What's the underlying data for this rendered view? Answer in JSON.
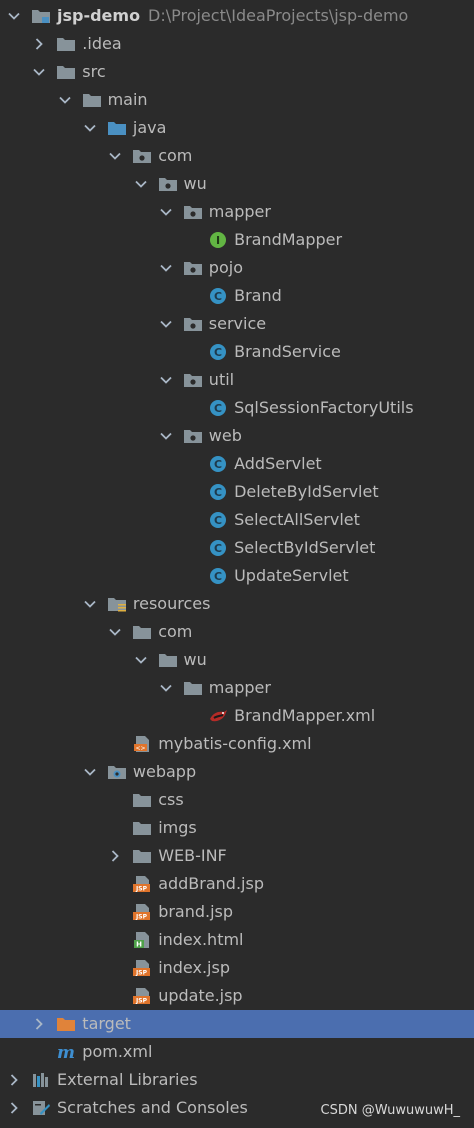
{
  "project": {
    "name": "jsp-demo",
    "path": "D:\\Project\\IdeaProjects\\jsp-demo"
  },
  "tree": [
    {
      "label": "jsp-demo",
      "depth": 0,
      "chevron": "down",
      "icon": "module-folder-icon",
      "bold": true,
      "extra": "D:\\Project\\IdeaProjects\\jsp-demo"
    },
    {
      "label": ".idea",
      "depth": 1,
      "chevron": "right",
      "icon": "folder-icon"
    },
    {
      "label": "src",
      "depth": 1,
      "chevron": "down",
      "icon": "folder-icon"
    },
    {
      "label": "main",
      "depth": 2,
      "chevron": "down",
      "icon": "folder-icon"
    },
    {
      "label": "java",
      "depth": 3,
      "chevron": "down",
      "icon": "source-folder-icon"
    },
    {
      "label": "com",
      "depth": 4,
      "chevron": "down",
      "icon": "package-icon"
    },
    {
      "label": "wu",
      "depth": 5,
      "chevron": "down",
      "icon": "package-icon"
    },
    {
      "label": "mapper",
      "depth": 6,
      "chevron": "down",
      "icon": "package-icon"
    },
    {
      "label": "BrandMapper",
      "depth": 7,
      "chevron": "none",
      "icon": "interface-icon"
    },
    {
      "label": "pojo",
      "depth": 6,
      "chevron": "down",
      "icon": "package-icon"
    },
    {
      "label": "Brand",
      "depth": 7,
      "chevron": "none",
      "icon": "class-icon"
    },
    {
      "label": "service",
      "depth": 6,
      "chevron": "down",
      "icon": "package-icon"
    },
    {
      "label": "BrandService",
      "depth": 7,
      "chevron": "none",
      "icon": "class-icon"
    },
    {
      "label": "util",
      "depth": 6,
      "chevron": "down",
      "icon": "package-icon"
    },
    {
      "label": "SqlSessionFactoryUtils",
      "depth": 7,
      "chevron": "none",
      "icon": "class-icon"
    },
    {
      "label": "web",
      "depth": 6,
      "chevron": "down",
      "icon": "package-icon"
    },
    {
      "label": "AddServlet",
      "depth": 7,
      "chevron": "none",
      "icon": "class-icon"
    },
    {
      "label": "DeleteByIdServlet",
      "depth": 7,
      "chevron": "none",
      "icon": "class-icon"
    },
    {
      "label": "SelectAllServlet",
      "depth": 7,
      "chevron": "none",
      "icon": "class-icon"
    },
    {
      "label": "SelectByIdServlet",
      "depth": 7,
      "chevron": "none",
      "icon": "class-icon"
    },
    {
      "label": "UpdateServlet",
      "depth": 7,
      "chevron": "none",
      "icon": "class-icon"
    },
    {
      "label": "resources",
      "depth": 3,
      "chevron": "down",
      "icon": "resources-folder-icon"
    },
    {
      "label": "com",
      "depth": 4,
      "chevron": "down",
      "icon": "folder-icon"
    },
    {
      "label": "wu",
      "depth": 5,
      "chevron": "down",
      "icon": "folder-icon"
    },
    {
      "label": "mapper",
      "depth": 6,
      "chevron": "down",
      "icon": "folder-icon"
    },
    {
      "label": "BrandMapper.xml",
      "depth": 7,
      "chevron": "none",
      "icon": "mybatis-bird-icon"
    },
    {
      "label": "mybatis-config.xml",
      "depth": 4,
      "chevron": "none",
      "icon": "xml-file-icon"
    },
    {
      "label": "webapp",
      "depth": 3,
      "chevron": "down",
      "icon": "web-folder-icon"
    },
    {
      "label": "css",
      "depth": 4,
      "chevron": "none",
      "icon": "folder-icon"
    },
    {
      "label": "imgs",
      "depth": 4,
      "chevron": "none",
      "icon": "folder-icon"
    },
    {
      "label": "WEB-INF",
      "depth": 4,
      "chevron": "right",
      "icon": "folder-icon"
    },
    {
      "label": "addBrand.jsp",
      "depth": 4,
      "chevron": "none",
      "icon": "jsp-file-icon"
    },
    {
      "label": "brand.jsp",
      "depth": 4,
      "chevron": "none",
      "icon": "jsp-file-icon"
    },
    {
      "label": "index.html",
      "depth": 4,
      "chevron": "none",
      "icon": "html-file-icon"
    },
    {
      "label": "index.jsp",
      "depth": 4,
      "chevron": "none",
      "icon": "jsp-file-icon"
    },
    {
      "label": "update.jsp",
      "depth": 4,
      "chevron": "none",
      "icon": "jsp-file-icon"
    },
    {
      "label": "target",
      "depth": 1,
      "chevron": "right",
      "icon": "excluded-folder-icon",
      "selected": true
    },
    {
      "label": "pom.xml",
      "depth": 1,
      "chevron": "none",
      "icon": "maven-icon"
    },
    {
      "label": "External Libraries",
      "depth": 0,
      "chevron": "right",
      "icon": "libraries-icon"
    },
    {
      "label": "Scratches and Consoles",
      "depth": 0,
      "chevron": "right",
      "icon": "scratches-icon"
    }
  ],
  "watermark": "CSDN @WuwuwuwH_",
  "colors": {
    "background": "#2b2b2b",
    "selection": "#4b6eaf",
    "text": "#bbbbbb",
    "folder": "#87939a",
    "source_folder": "#4a90c2",
    "class": "#3592c4",
    "interface": "#62b543",
    "jsp": "#e0742b",
    "excluded": "#e0833a"
  }
}
